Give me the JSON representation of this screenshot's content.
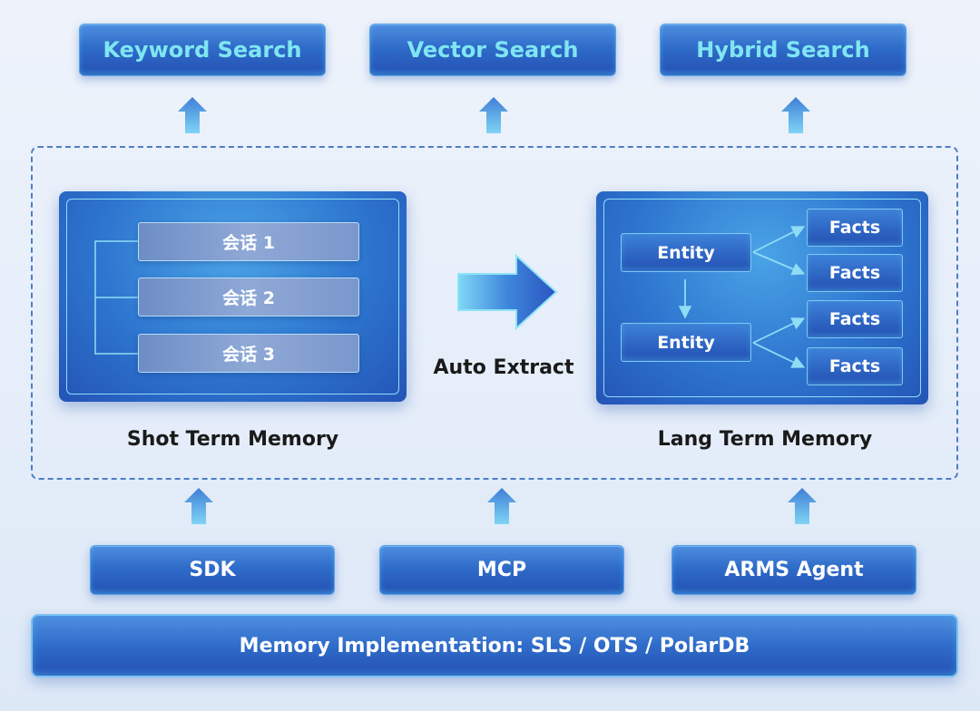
{
  "search_layer": {
    "items": [
      {
        "label": "Keyword Search"
      },
      {
        "label": "Vector Search"
      },
      {
        "label": "Hybrid Search"
      }
    ]
  },
  "short_term": {
    "title": "Shot Term Memory",
    "sessions": [
      {
        "label": "会话 1"
      },
      {
        "label": "会话 2"
      },
      {
        "label": "会话 3"
      }
    ]
  },
  "transfer": {
    "label": "Auto Extract"
  },
  "long_term": {
    "title": "Lang Term Memory",
    "entities": [
      {
        "label": "Entity"
      },
      {
        "label": "Entity"
      }
    ],
    "facts": [
      {
        "label": "Facts"
      },
      {
        "label": "Facts"
      },
      {
        "label": "Facts"
      },
      {
        "label": "Facts"
      }
    ]
  },
  "access_layer": {
    "items": [
      {
        "label": "SDK"
      },
      {
        "label": "MCP"
      },
      {
        "label": "ARMS Agent"
      }
    ]
  },
  "implementation": {
    "label": "Memory Implementation:  SLS / OTS / PolarDB"
  },
  "colors": {
    "primary_blue": "#2f6cc9",
    "accent_cyan": "#7fe6f2",
    "dashed_border": "#4d7fc4",
    "background": "#eef3fb"
  }
}
